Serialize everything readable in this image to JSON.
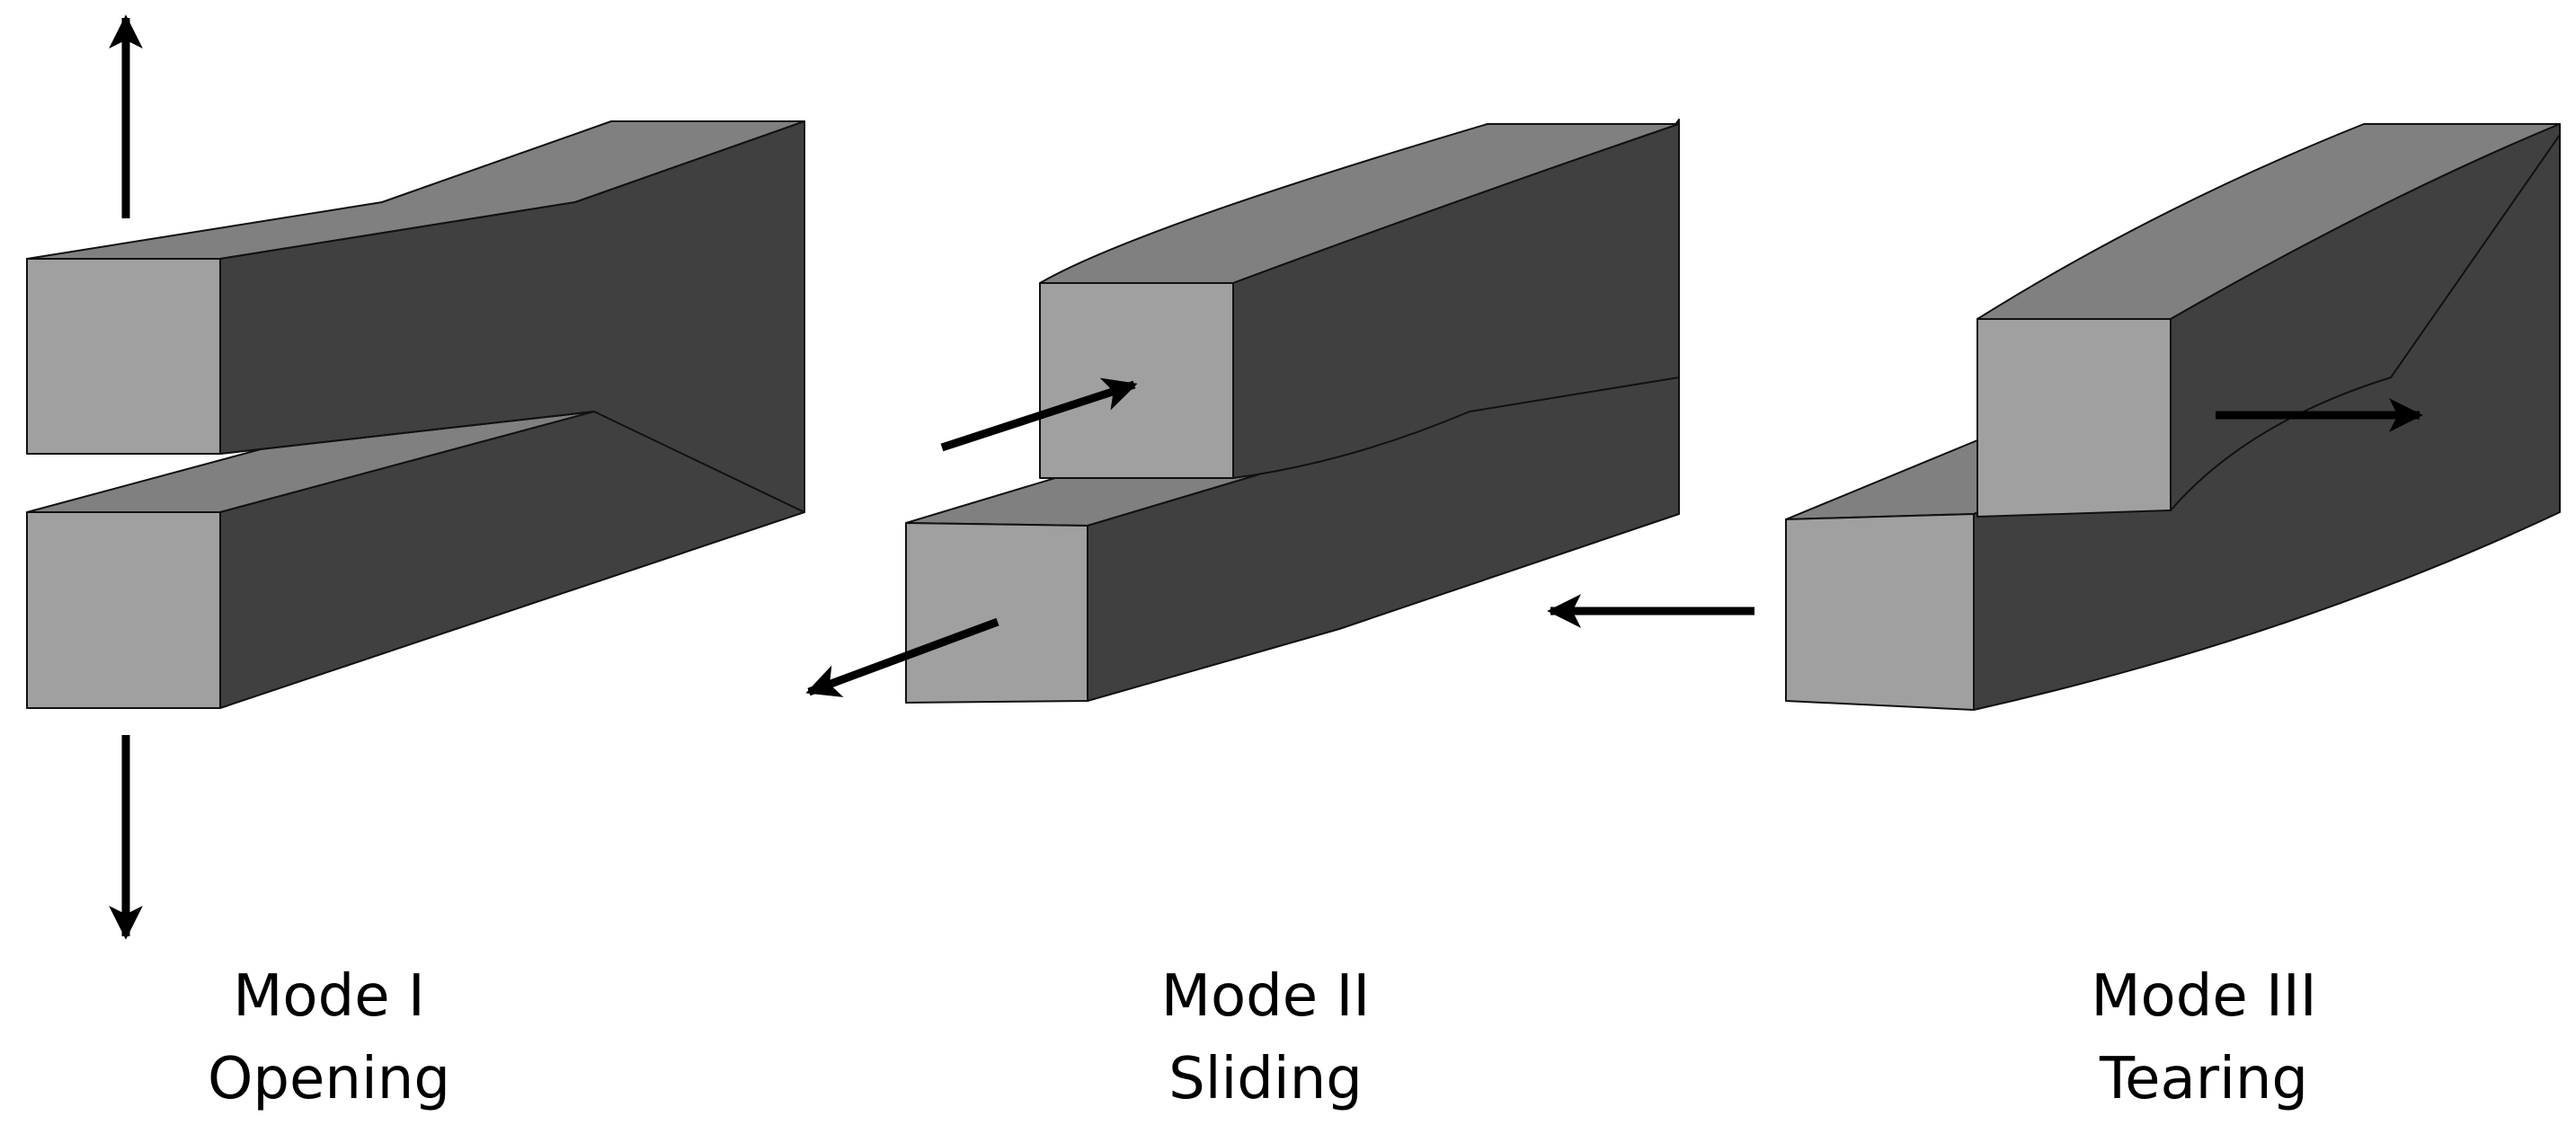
{
  "colors": {
    "face_front": "#a0a0a0",
    "face_top": "#808080",
    "face_side": "#404040",
    "outline": "#111111",
    "arrow": "#000000"
  },
  "modes": [
    {
      "name": "Mode I",
      "action": "Opening"
    },
    {
      "name": "Mode II",
      "action": "Sliding"
    },
    {
      "name": "Mode III",
      "action": "Tearing"
    }
  ]
}
